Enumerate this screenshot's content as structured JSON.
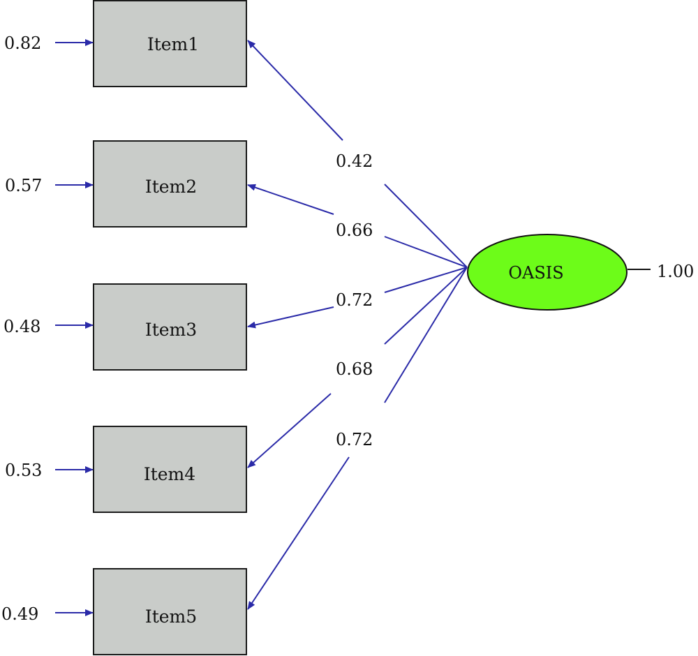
{
  "latent": {
    "label": "OASIS",
    "fill": "#6dfc19",
    "variance": "1.00"
  },
  "arrow_color": "#2a2aa8",
  "box_color": "#c9ccc9",
  "items": [
    {
      "label": "Item1",
      "error": "0.82",
      "loading": "0.42"
    },
    {
      "label": "Item2",
      "error": "0.57",
      "loading": "0.66"
    },
    {
      "label": "Item3",
      "error": "0.48",
      "loading": "0.72"
    },
    {
      "label": "Item4",
      "error": "0.53",
      "loading": "0.68"
    },
    {
      "label": "Item5",
      "error": "0.49",
      "loading": "0.72"
    }
  ]
}
